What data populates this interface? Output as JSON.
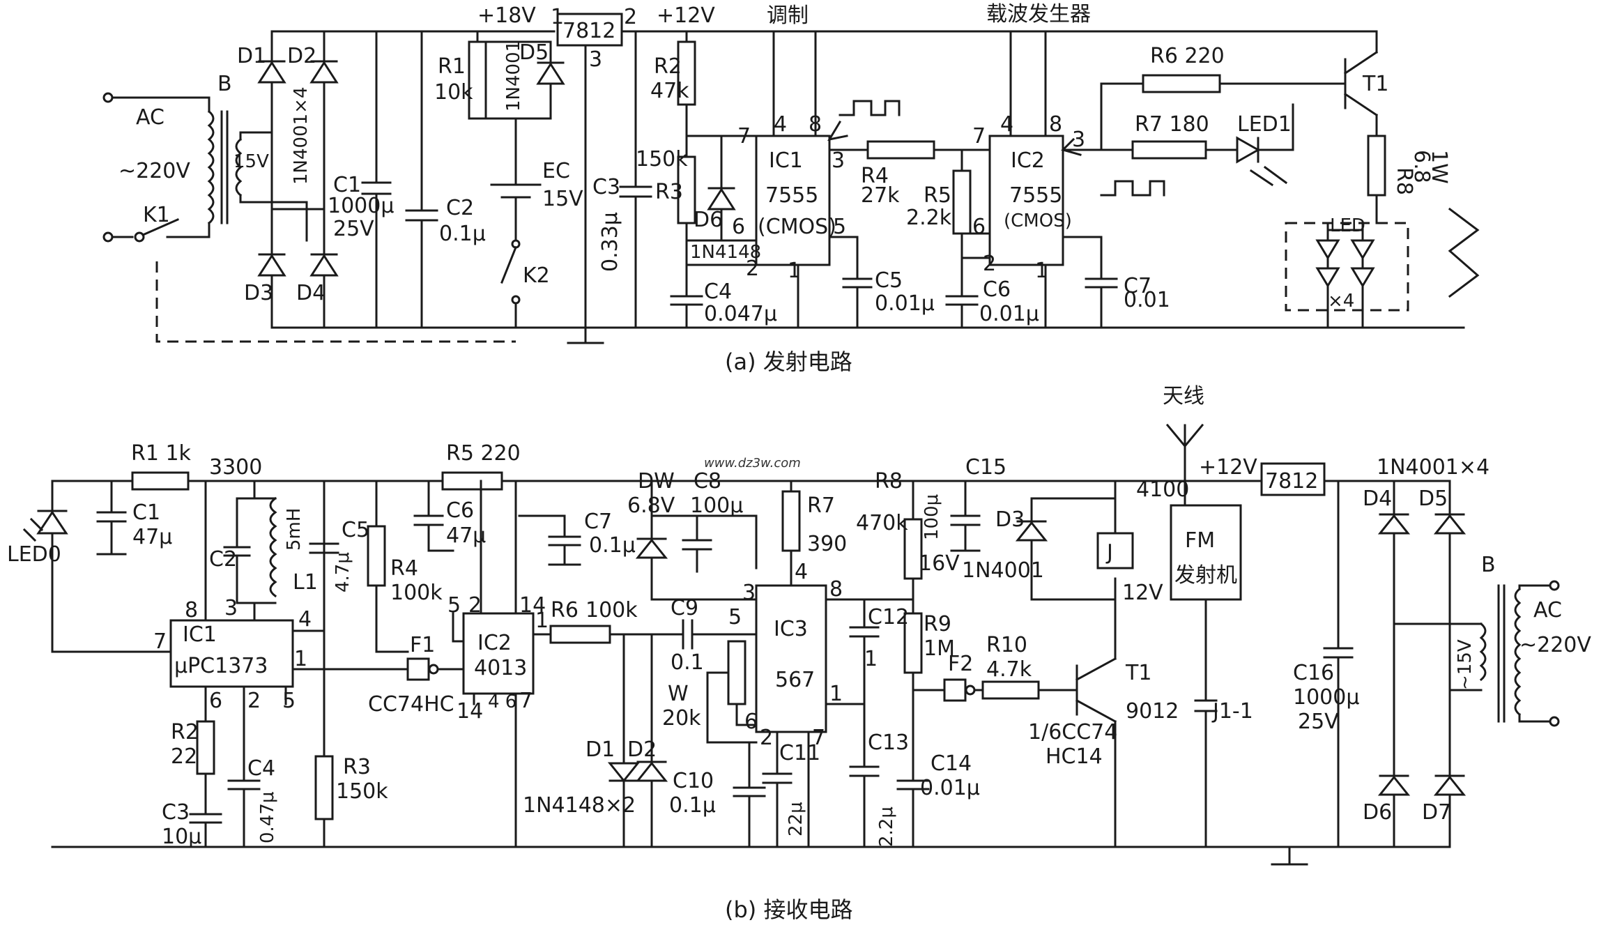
{
  "transmitter": {
    "caption": "(a) 发射电路",
    "title_mod": "调制",
    "title_carrier": "载波发生器",
    "labels": {
      "ac": "AC",
      "v220": "~220V",
      "b": "B",
      "k1": "K1",
      "v15": "15V",
      "d1": "D1",
      "d2": "D2",
      "d3": "D3",
      "d4": "D4",
      "d5": "D5",
      "d6": "D6",
      "bridge": "1N4001×4",
      "c1": "C1",
      "c1v": "1000μ",
      "c1u": "25V",
      "c2": "C2",
      "c2v": "0.1μ",
      "r1": "R1",
      "r1v": "10k",
      "n4001": "1N4001",
      "p18": "+18V",
      "reg": "7812",
      "pin1": "1",
      "pin2": "2",
      "pin3": "3",
      "p12": "+12V",
      "ec": "EC",
      "ecv": "15V",
      "k2": "K2",
      "c3": "C3",
      "c3v": "0.33μ",
      "r2": "R2",
      "r2v": "47k",
      "r3v": "150k",
      "r3": "R3",
      "n4148": "1N4148",
      "c4": "C4",
      "c4v": "0.047μ",
      "ic1": "IC1",
      "ic1t": "7555",
      "ic1c": "(CMOS)",
      "r4": "R4",
      "r4v": "27k",
      "c5": "C5",
      "c5v": "0.01μ",
      "r5": "R5",
      "r5v": "2.2k",
      "c6": "C6",
      "c6v": "0.01μ",
      "ic2": "IC2",
      "ic2t": "7555",
      "ic2c": "(CMOS)",
      "c7": "C7",
      "c7v": "0.01",
      "r6": "R6 220",
      "r7": "R7 180",
      "led1": "LED1",
      "t1": "T1",
      "r8": "R8",
      "r8v": "6.8",
      "r8w": "1W",
      "led": "LED",
      "x4": "×4",
      "p4": "4",
      "p8": "8",
      "p7": "7",
      "p3": "3",
      "p6": "6",
      "p5": "5",
      "p2": "2",
      "p1": "1"
    }
  },
  "receiver": {
    "caption": "(b) 接收电路",
    "antenna": "天线",
    "watermark": "www.dz3w.com",
    "labels": {
      "led0": "LED0",
      "r1": "R1 1k",
      "c1": "C1",
      "c1v": "47μ",
      "n3300": "3300",
      "c2": "C2",
      "l1": "L1",
      "l1v": "5mH",
      "c5": "C5",
      "c5v": "4.7μ",
      "r4": "R4",
      "r4v": "100k",
      "r5": "R5 220",
      "c6": "C6",
      "c6v": "47μ",
      "ic1": "IC1",
      "ic1t": "μPC1373",
      "f1": "F1",
      "cc74hc": "CC74HC",
      "ic2": "IC2",
      "ic2t": "4013",
      "r2": "R2",
      "r2v": "22",
      "c3": "C3",
      "c3v": "10μ",
      "c4": "C4",
      "c4v": "0.47μ",
      "r3": "R3",
      "r3v": "150k",
      "r6": "R6",
      "r6v": "100k",
      "c7": "C7",
      "c7v": "0.1μ",
      "dw": "DW",
      "dwv": "6.8V",
      "c8": "C8",
      "c8v": "100μ",
      "c9": "C9",
      "c9v": "0.1",
      "w": "W",
      "wv": "20k",
      "d1": "D1",
      "d2": "D2",
      "n4148x2": "1N4148×2",
      "c10": "C10",
      "c10v": "0.1μ",
      "r7": "R7",
      "r7v": "390",
      "ic3": "IC3",
      "ic3t": "567",
      "c11": "C11",
      "c11v": "22μ",
      "c12": "C12",
      "c13": "C13",
      "c13v": "2.2μ",
      "r8": "R8",
      "r8v": "470k",
      "c14": "C14",
      "c14v": "0.01μ",
      "r9": "R9",
      "r9v": "1M",
      "f2": "F2",
      "r10": "R10",
      "r10v": "4.7k",
      "cc74": "1/6CC74",
      "hc14": "HC14",
      "c15": "C15",
      "c15v": "100μ",
      "c15u": "16V",
      "d3": "D3",
      "d3v": "1N4001",
      "n4100": "4100",
      "j": "J",
      "j12": "12V",
      "fm": "FM",
      "fmt": "发射机",
      "t1": "T1",
      "t1v": "9012",
      "j11": "J1-1",
      "p12": "+12V",
      "reg": "7812",
      "bridge": "1N4001×4",
      "d4": "D4",
      "d5": "D5",
      "d6": "D6",
      "d7": "D7",
      "c16": "C16",
      "c16v": "1000μ",
      "c16u": "25V",
      "b": "B",
      "ac": "AC",
      "v220": "~220V",
      "v15": "~15V",
      "p8": "8",
      "p7": "7",
      "p4": "4",
      "p1": "1",
      "p6": "6",
      "p2": "2",
      "p3": "3",
      "p5": "5",
      "p14": "14",
      "p46": "4 6",
      "p7b": "7"
    }
  }
}
